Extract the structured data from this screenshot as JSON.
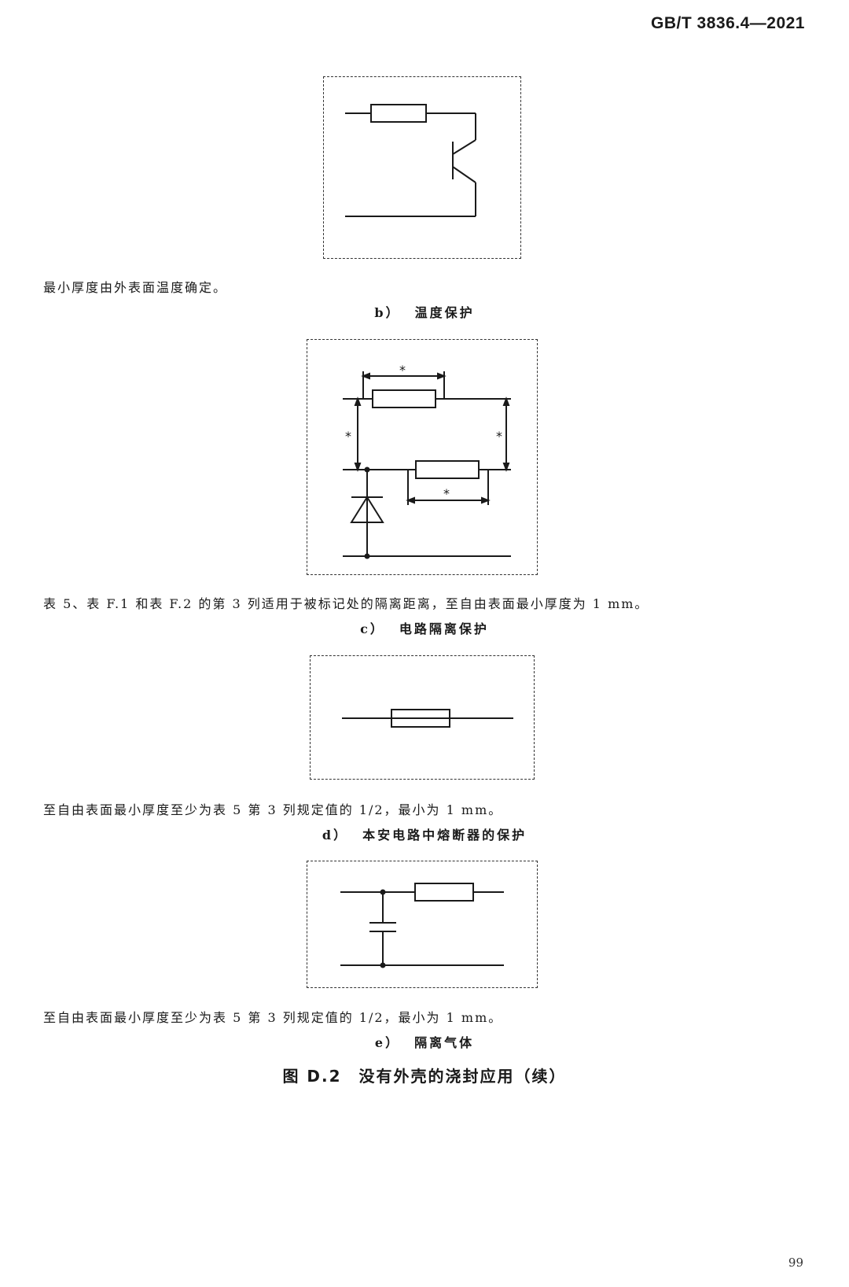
{
  "header": {
    "standard": "GB/T 3836.4—2021"
  },
  "figures": {
    "b": {
      "label": "b）",
      "title": "温度保护",
      "note": "最小厚度由外表面温度确定。"
    },
    "c": {
      "label": "c）",
      "title": "电路隔离保护",
      "note": "表 5、表 F.1 和表 F.2 的第 3 列适用于被标记处的隔离距离，至自由表面最小厚度为 1 mm。",
      "mark": "*"
    },
    "d": {
      "label": "d）",
      "title": "本安电路中熔断器的保护",
      "note": "至自由表面最小厚度至少为表 5 第 3 列规定值的 1/2，最小为 1 mm。"
    },
    "e": {
      "label": "e）",
      "title": "隔离气体",
      "note": "至自由表面最小厚度至少为表 5 第 3 列规定值的 1/2，最小为 1 mm。"
    }
  },
  "figure_title": {
    "number": "图 D.2",
    "text": "没有外壳的浇封应用（续）"
  },
  "page_number": "99"
}
